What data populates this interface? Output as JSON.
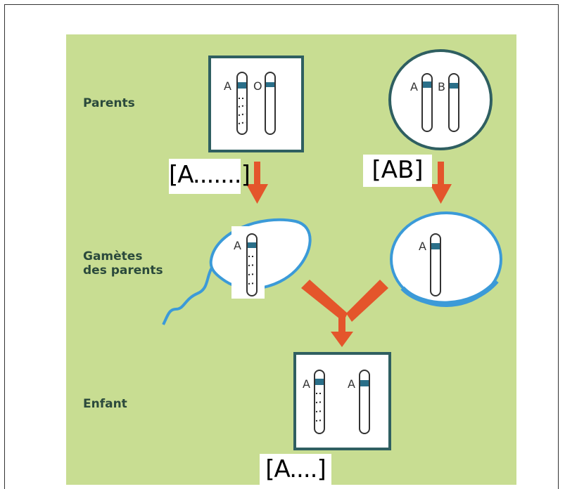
{
  "labels": {
    "parents": "Parents",
    "gametes": "Gamètes\ndes parents",
    "enfant": "Enfant"
  },
  "parent_left": {
    "allele1": "A",
    "allele2": "O",
    "phenotype": "[A.......]"
  },
  "parent_right": {
    "allele1": "A",
    "allele2": "B",
    "phenotype": "[AB]"
  },
  "gamete_left": {
    "allele": "A"
  },
  "gamete_right": {
    "allele": "A"
  },
  "enfant": {
    "allele1": "A",
    "allele2": "A",
    "phenotype": "[A....]"
  },
  "colors": {
    "panel": "#c8dd92",
    "arrow": "#e4552b",
    "outline": "#2f5f61",
    "membrane": "#3b9ad8",
    "band": "#2a6f89"
  }
}
